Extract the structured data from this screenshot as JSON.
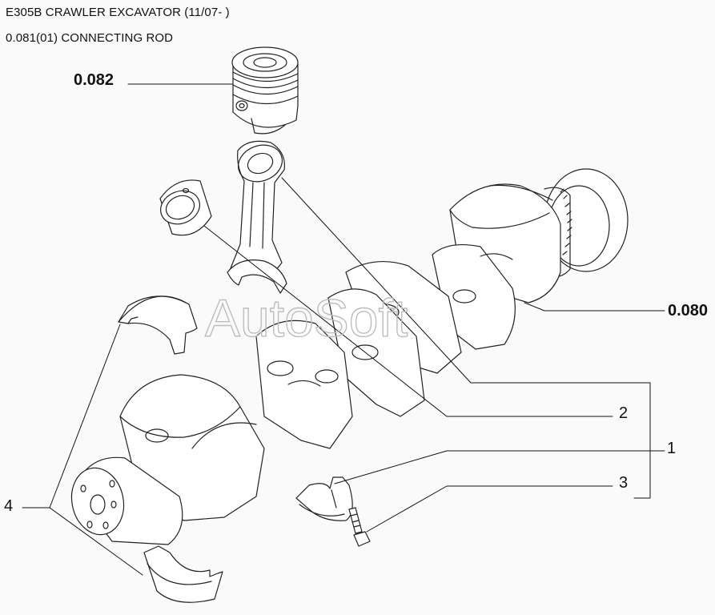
{
  "header": {
    "model": "E305B CRAWLER EXCAVATOR (11/07- )",
    "group": "0.081(01) CONNECTING ROD"
  },
  "callouts": {
    "piston": "0.082",
    "crankshaft": "0.080",
    "rod_assembly": "1",
    "bushing": "2",
    "bolt": "3",
    "main_bearing": "4"
  },
  "watermark": "AutoSoft",
  "colors": {
    "line": "#222222",
    "paper": "#fafafa",
    "watermark": "#bdbdbd"
  }
}
